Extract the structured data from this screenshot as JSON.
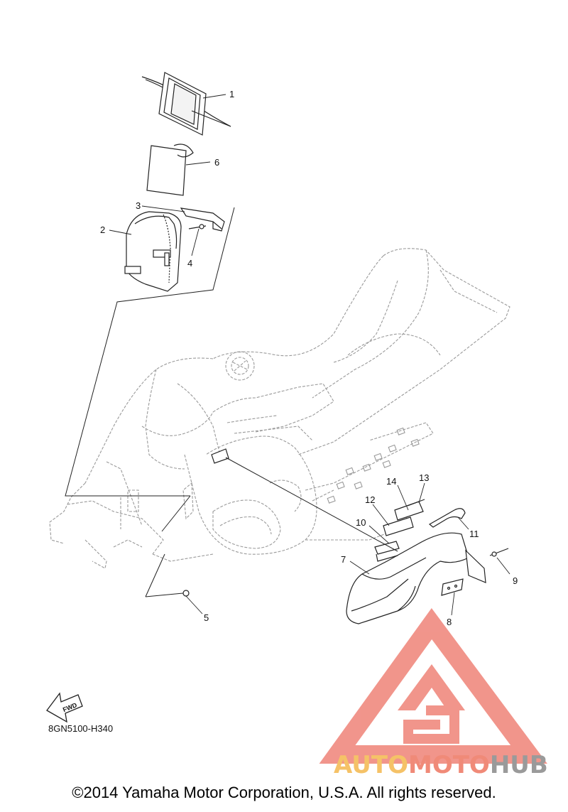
{
  "callouts": [
    "1",
    "2",
    "3",
    "4",
    "5",
    "6",
    "7",
    "8",
    "9",
    "10",
    "11",
    "12",
    "13",
    "14"
  ],
  "fwd_label": "FWD",
  "part_code": "8GN5100-H340",
  "copyright": "©2014 Yamaha Motor Corporation, U.S.A. All rights reserved.",
  "watermark": {
    "text_auto": "AUTO",
    "text_moto": "MOTO",
    "text_hub": "HUB",
    "color_auto": "#f5c267",
    "color_moto": "#f08a78",
    "color_hub": "#9a9a9a",
    "triangle_color": "#f08a7f"
  },
  "colors": {
    "line": "#222222",
    "ghost": "#9a9a9a"
  }
}
